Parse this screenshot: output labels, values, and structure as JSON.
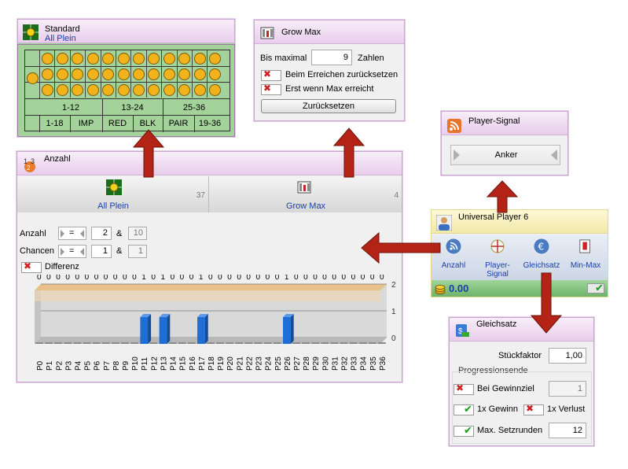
{
  "standard": {
    "title": "Standard",
    "subtitle": "All Plein",
    "dozens": [
      "1-12",
      "13-24",
      "25-36"
    ],
    "bets": [
      "1-18",
      "IMP",
      "RED",
      "BLK",
      "PAIR",
      "19-36"
    ]
  },
  "growmax": {
    "title": "Grow Max",
    "bis_label": "Bis maximal",
    "bis_value": "9",
    "zahlen": "Zahlen",
    "reset_on_win": "Beim Erreichen zurücksetzen",
    "only_when_max": "Erst wenn Max erreicht",
    "reset_button": "Zurücksetzen"
  },
  "playersignal": {
    "title": "Player-Signal",
    "anker": "Anker"
  },
  "anzahl": {
    "title": "Anzahl",
    "col1_label": "All Plein",
    "col1_count": "37",
    "col2_label": "Grow Max",
    "col2_count": "4",
    "anzahl_label": "Anzahl",
    "op": "=",
    "anzahl_value": "2",
    "amp": "&",
    "anzahl_max": "10",
    "chancen_label": "Chancen",
    "chancen_value": "1",
    "chancen_max": "1",
    "differenz_label": "Differenz"
  },
  "universal": {
    "title": "Universal Player 6",
    "money": "0.00",
    "tabs": [
      "Anzahl",
      "Player-Signal",
      "Gleichsatz",
      "Min-Max"
    ]
  },
  "gleichsatz": {
    "title": "Gleichsatz",
    "stueck_label": "Stückfaktor",
    "stueck_value": "1,00",
    "prog_label": "Progressionsende",
    "bei_gewinn": "Bei Gewinnziel",
    "bei_gewinn_value": "1",
    "gewinn": "1x Gewinn",
    "verlust": "1x Verlust",
    "max_label": "Max. Setzrunden",
    "max_value": "12"
  },
  "chart_data": {
    "type": "bar",
    "categories": [
      "P0",
      "P1",
      "P2",
      "P3",
      "P4",
      "P5",
      "P6",
      "P7",
      "P8",
      "P9",
      "P10",
      "P11",
      "P12",
      "P13",
      "P14",
      "P15",
      "P16",
      "P17",
      "P18",
      "P19",
      "P20",
      "P21",
      "P22",
      "P23",
      "P24",
      "P25",
      "P26",
      "P27",
      "P28",
      "P29",
      "P30",
      "P31",
      "P32",
      "P33",
      "P34",
      "P35",
      "P36"
    ],
    "values": [
      0,
      0,
      0,
      0,
      0,
      0,
      0,
      0,
      0,
      0,
      0,
      1,
      0,
      1,
      0,
      0,
      0,
      1,
      0,
      0,
      0,
      0,
      0,
      0,
      0,
      0,
      1,
      0,
      0,
      0,
      0,
      0,
      0,
      0,
      0,
      0,
      0
    ],
    "top_labels": [
      "0",
      "0",
      "0",
      "0",
      "0",
      "0",
      "0",
      "0",
      "0",
      "0",
      "0",
      "1",
      "0",
      "1",
      "0",
      "0",
      "0",
      "1",
      "0",
      "0",
      "0",
      "0",
      "0",
      "0",
      "0",
      "0",
      "1",
      "0",
      "0",
      "0",
      "0",
      "0",
      "0",
      "0",
      "0",
      "0",
      "0"
    ],
    "yticks": [
      "0",
      "1",
      "2"
    ],
    "ylim": [
      0,
      2
    ],
    "bar_color": "#1e6ed6"
  }
}
